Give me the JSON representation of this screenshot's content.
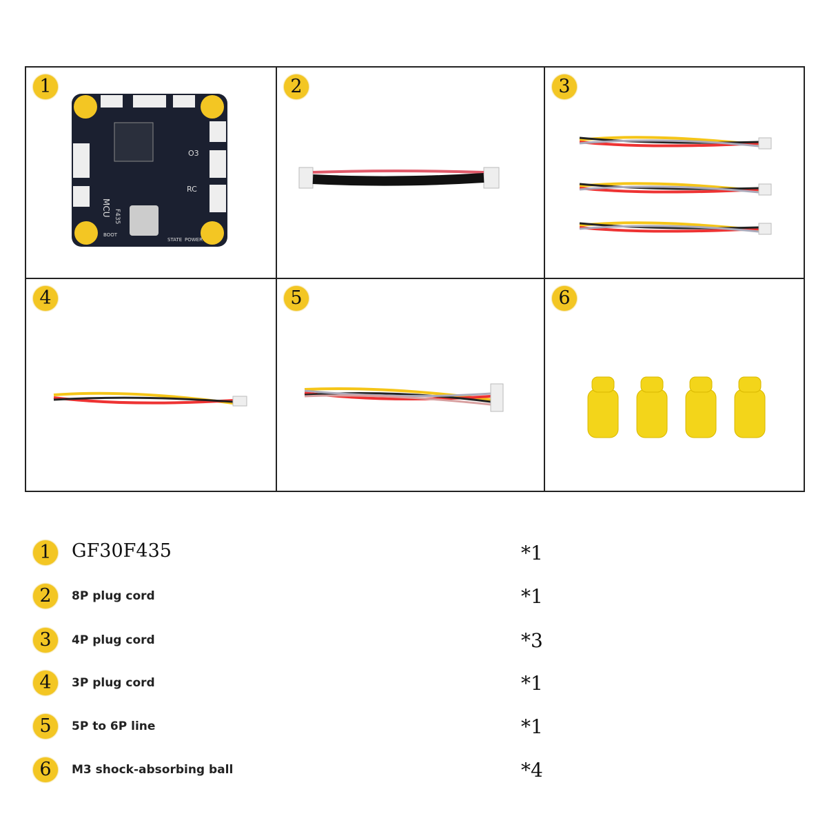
{
  "accent_color": "#f3c623",
  "panels": [
    {
      "number": "1",
      "image": "flight-controller-board"
    },
    {
      "number": "2",
      "image": "8p-plug-cord"
    },
    {
      "number": "3",
      "image": "4p-plug-cords"
    },
    {
      "number": "4",
      "image": "3p-plug-cord"
    },
    {
      "number": "5",
      "image": "5p-to-6p-line"
    },
    {
      "number": "6",
      "image": "shock-absorbing-balls"
    }
  ],
  "board_labels": {
    "mcu": "MCU",
    "chip": "F435",
    "boot": "BOOT",
    "state": "STATE",
    "power": "POWER",
    "o3": "O3",
    "rc": "RC"
  },
  "items": [
    {
      "number": "1",
      "name": "GF30F435",
      "qty": "*1"
    },
    {
      "number": "2",
      "name": "8P plug cord",
      "qty": "*1"
    },
    {
      "number": "3",
      "name": "4P plug cord",
      "qty": "*3"
    },
    {
      "number": "4",
      "name": "3P plug cord",
      "qty": "*1"
    },
    {
      "number": "5",
      "name": "5P to 6P line",
      "qty": "*1"
    },
    {
      "number": "6",
      "name": "M3 shock-absorbing ball",
      "qty": "*4"
    }
  ]
}
